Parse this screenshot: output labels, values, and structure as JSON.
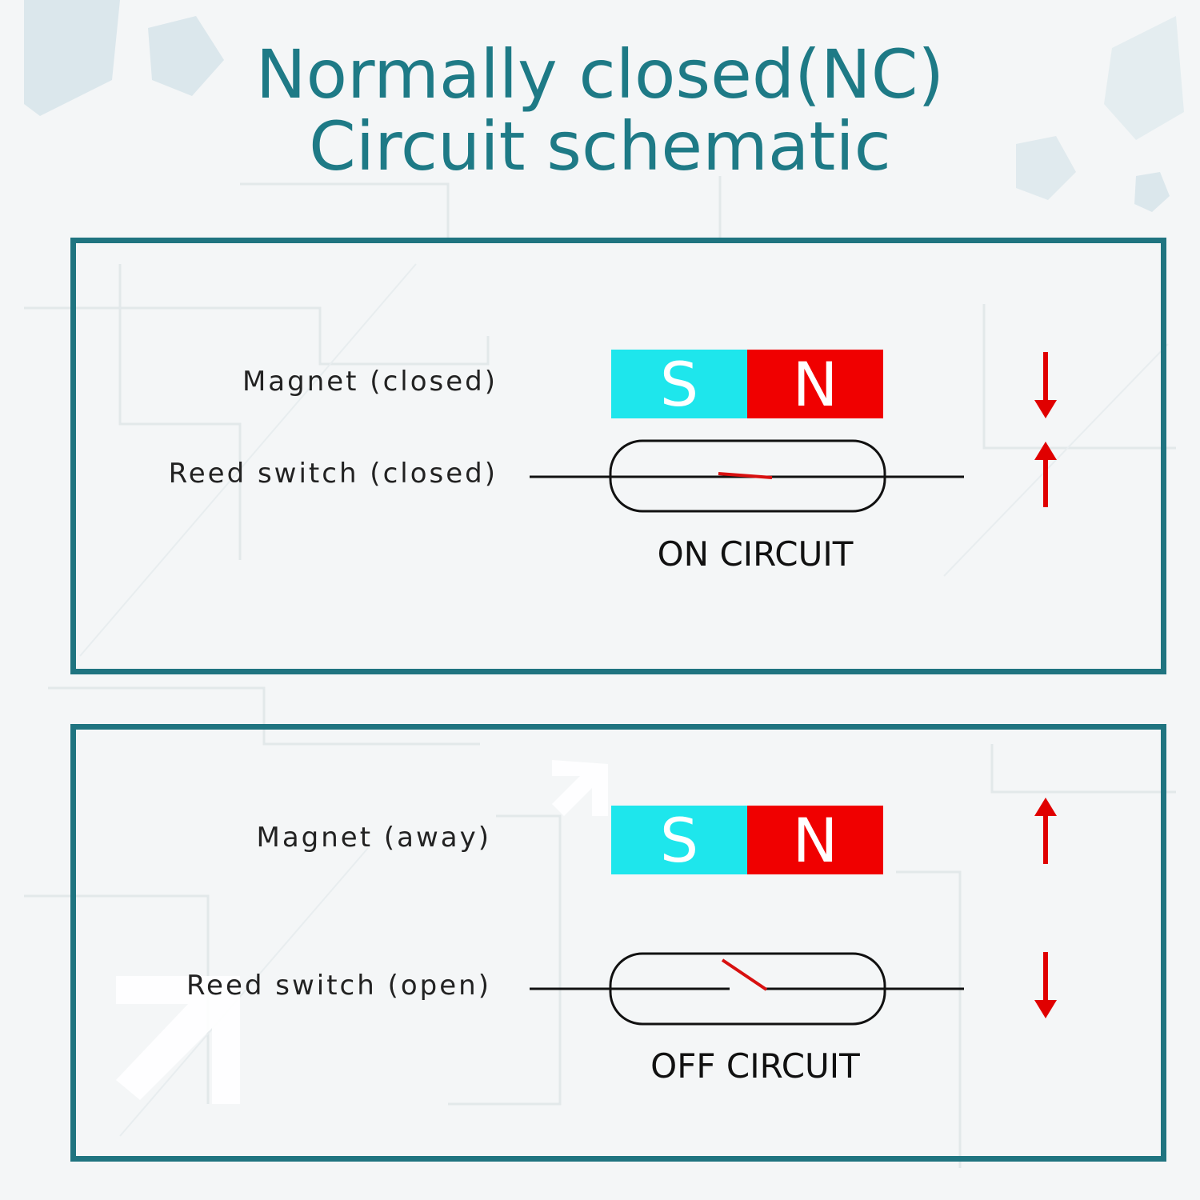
{
  "title": {
    "line1": "Normally closed(NC)",
    "line2": "Circuit schematic"
  },
  "colors": {
    "accent": "#1e7a86",
    "border": "#1f7480",
    "south": "#1ee6ec",
    "north": "#f00000",
    "arrow": "#e00000",
    "contact": "#d81010"
  },
  "panel_closed": {
    "magnet_label": "Magnet (closed)",
    "switch_label": "Reed switch (closed)",
    "south_pole": "S",
    "north_pole": "N",
    "state": "ON CIRCUIT",
    "magnet_arrow": "down",
    "switch_arrow": "up"
  },
  "panel_open": {
    "magnet_label": "Magnet (away)",
    "switch_label": "Reed switch (open)",
    "south_pole": "S",
    "north_pole": "N",
    "state": "OFF CIRCUIT",
    "magnet_arrow": "up",
    "switch_arrow": "down"
  }
}
